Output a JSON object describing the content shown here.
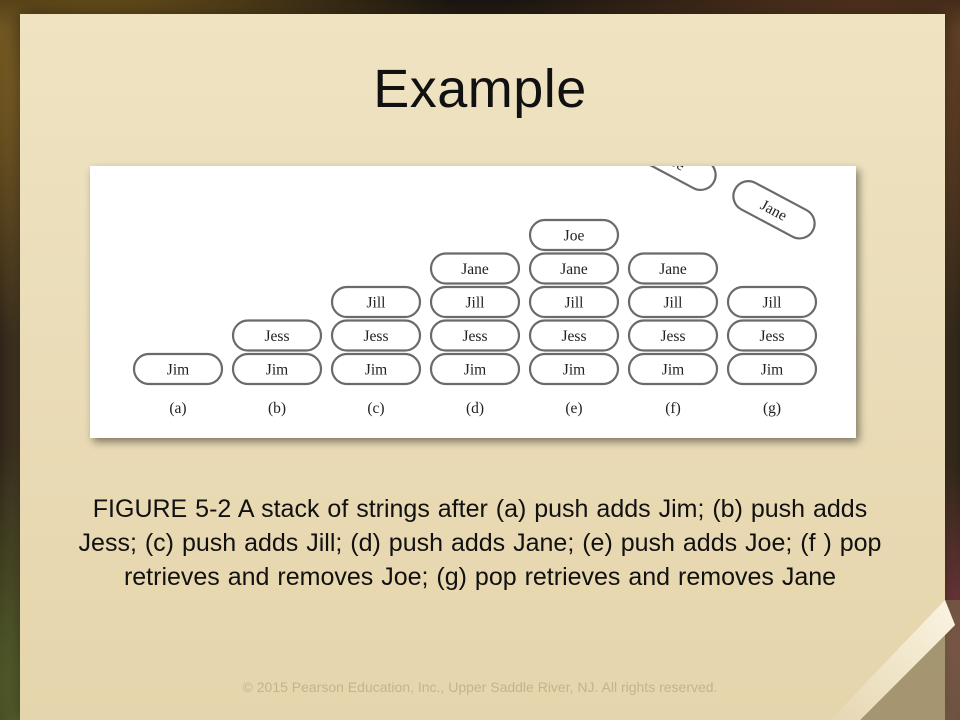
{
  "slide": {
    "title": "Example",
    "caption": "FIGURE 5-2 A stack of strings after (a) push adds Jim; (b) push adds Jess; (c) push adds Jill; (d) push adds Jane; (e) push adds Joe; (f ) pop retrieves and removes Joe; (g) pop retrieves and removes Jane",
    "copyright": "© 2015 Pearson Education, Inc., Upper Saddle River, NJ.  All rights reserved."
  },
  "diagram": {
    "stacks": [
      {
        "label": "(a)",
        "items": [
          "Jim"
        ],
        "popped": null
      },
      {
        "label": "(b)",
        "items": [
          "Jim",
          "Jess"
        ],
        "popped": null
      },
      {
        "label": "(c)",
        "items": [
          "Jim",
          "Jess",
          "Jill"
        ],
        "popped": null
      },
      {
        "label": "(d)",
        "items": [
          "Jim",
          "Jess",
          "Jill",
          "Jane"
        ],
        "popped": null
      },
      {
        "label": "(e)",
        "items": [
          "Jim",
          "Jess",
          "Jill",
          "Jane",
          "Joe"
        ],
        "popped": null
      },
      {
        "label": "(f)",
        "items": [
          "Jim",
          "Jess",
          "Jill",
          "Jane"
        ],
        "popped": "Joe"
      },
      {
        "label": "(g)",
        "items": [
          "Jim",
          "Jess",
          "Jill"
        ],
        "popped": "Jane"
      }
    ]
  }
}
